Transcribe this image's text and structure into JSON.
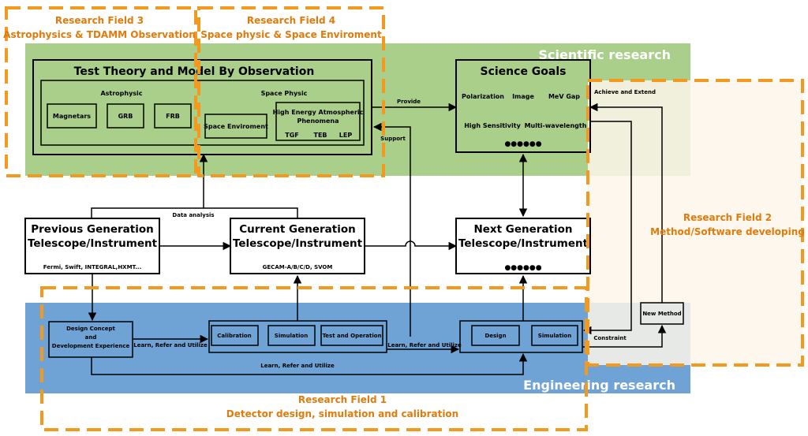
{
  "colors": {
    "scientific_bg": "#a9cf8a",
    "engineering_bg": "#6fa3d6",
    "research_field_border": "#f39a1e",
    "research_field_text": "#e07b0c",
    "field2_fill": "#fdf6ea"
  },
  "bands": {
    "scientific": "Scientific research",
    "engineering": "Engineering research"
  },
  "fields": {
    "f1": {
      "title": "Research Field 1",
      "subtitle": "Detector design, simulation and calibration"
    },
    "f2": {
      "title": "Research Field 2",
      "subtitle": "Method/Software developing"
    },
    "f3": {
      "title": "Research Field 3",
      "subtitle": "Astrophysics & TDAMM Observation"
    },
    "f4": {
      "title": "Research Field 4",
      "subtitle": "Space physic & Space Enviroment"
    }
  },
  "test_theory": {
    "title": "Test Theory and Model By Observation",
    "astrophysic": "Astrophysic",
    "space_physic": "Space Physic",
    "items": [
      "Magnetars",
      "GRB",
      "FRB"
    ],
    "space_env": "Space Enviroment",
    "heap_line1": "High Energy Atmospheric",
    "heap_line2": "Phenomena",
    "heap_items": [
      "TGF",
      "TEB",
      "LEP"
    ]
  },
  "science_goals": {
    "title": "Science Goals",
    "row1": [
      "Polarization",
      "Image",
      "MeV Gap"
    ],
    "row2": [
      "High Sensitivity",
      "Multi-wavelength"
    ],
    "more": "●●●●●●"
  },
  "previous": {
    "line1": "Previous Generation",
    "line2": "Telescope/Instrument",
    "examples": "Fermi, Swift, INTEGRAL,HXMT..."
  },
  "current": {
    "line1": "Current Generation",
    "line2": "Telescope/Instrument",
    "examples": "GECAM-A/B/C/D, SVOM"
  },
  "next": {
    "line1": "Next Generation",
    "line2": "Telescope/Instrument",
    "more": "●●●●●●"
  },
  "eng": {
    "design_concept": [
      "Design Concept",
      "and",
      "Development Experience"
    ],
    "calibration": "Calibration",
    "simulation": "Simulation",
    "test_operation": "Test and Operation",
    "design": "Design",
    "simulation2": "Simulation",
    "new_method": "New Method"
  },
  "labels": {
    "provide": "Provide",
    "support": "Support",
    "data_analysis": "Data analysis",
    "achieve_extend": "Achieve and Extend",
    "constraint": "Constraint",
    "lru1": "Learn, Refer and Utilize",
    "lru2": "Learn, Refer and Utilize",
    "lru3": "Learn, Refer and Utilize"
  }
}
